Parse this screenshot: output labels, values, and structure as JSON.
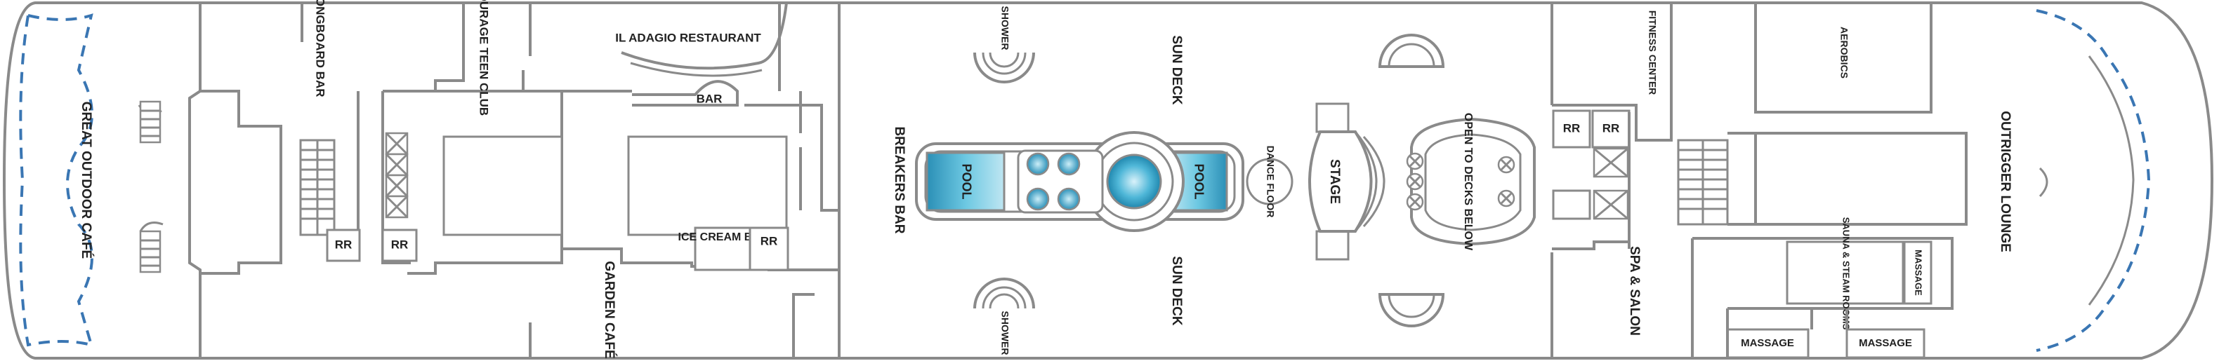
{
  "deck": {
    "labels": {
      "great_outdoor_cafe": "GREAT OUTDOOR CAFÉ",
      "longboard_bar": "LONGBOARD BAR",
      "entourage_teen_club": "ENTOURAGE TEEN CLUB",
      "il_adagio_restaurant": "IL ADAGIO RESTAURANT",
      "bar": "BAR",
      "rr_1": "RR",
      "rr_2": "RR",
      "ice_cream_bar": "ICE CREAM BAR",
      "rr_3": "RR",
      "garden_cafe": "GARDEN CAFÉ",
      "shower_top": "SHOWER",
      "shower_bottom": "SHOWER",
      "breakers_bar": "BREAKERS BAR",
      "pool_left": "POOL",
      "pool_right": "POOL",
      "sun_deck_top": "SUN DECK",
      "sun_deck_bottom": "SUN DECK",
      "dance_floor": "DANCE FLOOR",
      "stage": "STAGE",
      "open_to_decks_below": "OPEN TO DECKS BELOW",
      "fitness_center": "FITNESS CENTER",
      "aerobics": "AEROBICS",
      "rr_4": "RR",
      "rr_5": "RR",
      "spa_salon": "SPA & SALON",
      "outrigger_lounge": "OUTRIGGER LOUNGE",
      "sauna_steam_rooms": "SAUNA & STEAM ROOMS",
      "massage_1": "MASSAGE",
      "massage_2": "MASSAGE",
      "massage_3": "MASSAGE"
    },
    "colors": {
      "walls": "#8a8a8a",
      "glass_dashed": "#3a76b3",
      "pool_water": "#2e9fc4",
      "text": "#222222"
    }
  }
}
